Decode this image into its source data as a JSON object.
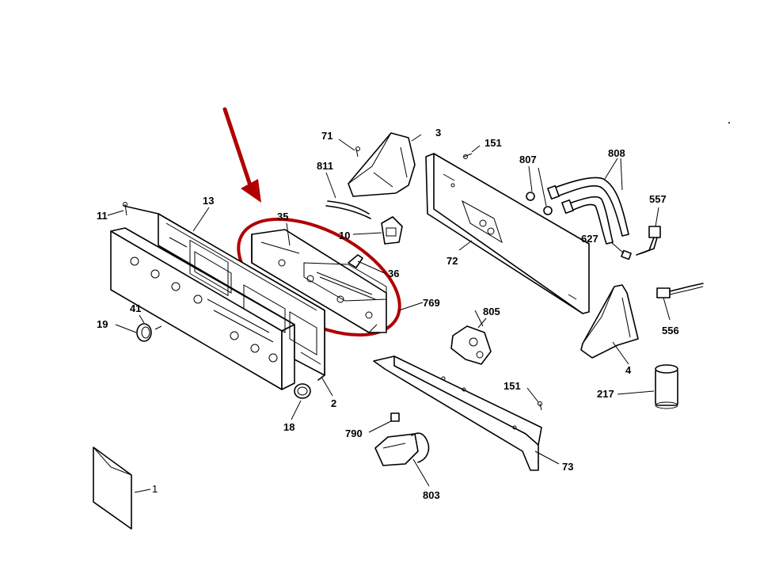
{
  "diagram": {
    "part_labels": [
      {
        "id": "p71",
        "text": "71"
      },
      {
        "id": "p3",
        "text": "3"
      },
      {
        "id": "p151a",
        "text": "151"
      },
      {
        "id": "p807",
        "text": "807"
      },
      {
        "id": "p808",
        "text": "808"
      },
      {
        "id": "p811",
        "text": "811"
      },
      {
        "id": "p557",
        "text": "557"
      },
      {
        "id": "p13",
        "text": "13"
      },
      {
        "id": "p11",
        "text": "11"
      },
      {
        "id": "p35",
        "text": "35"
      },
      {
        "id": "p10",
        "text": "10"
      },
      {
        "id": "p627",
        "text": "627"
      },
      {
        "id": "p72",
        "text": "72"
      },
      {
        "id": "p36",
        "text": "36"
      },
      {
        "id": "p769",
        "text": "769"
      },
      {
        "id": "p41",
        "text": "41"
      },
      {
        "id": "p805",
        "text": "805"
      },
      {
        "id": "p556",
        "text": "556"
      },
      {
        "id": "p19",
        "text": "19"
      },
      {
        "id": "p4",
        "text": "4"
      },
      {
        "id": "p151b",
        "text": "151"
      },
      {
        "id": "p217",
        "text": "217"
      },
      {
        "id": "p2",
        "text": "2"
      },
      {
        "id": "p18",
        "text": "18"
      },
      {
        "id": "p790",
        "text": "790"
      },
      {
        "id": "p73",
        "text": "73"
      },
      {
        "id": "p803",
        "text": "803"
      },
      {
        "id": "p1",
        "text": "1"
      }
    ],
    "highlight_color": "#b00000"
  }
}
